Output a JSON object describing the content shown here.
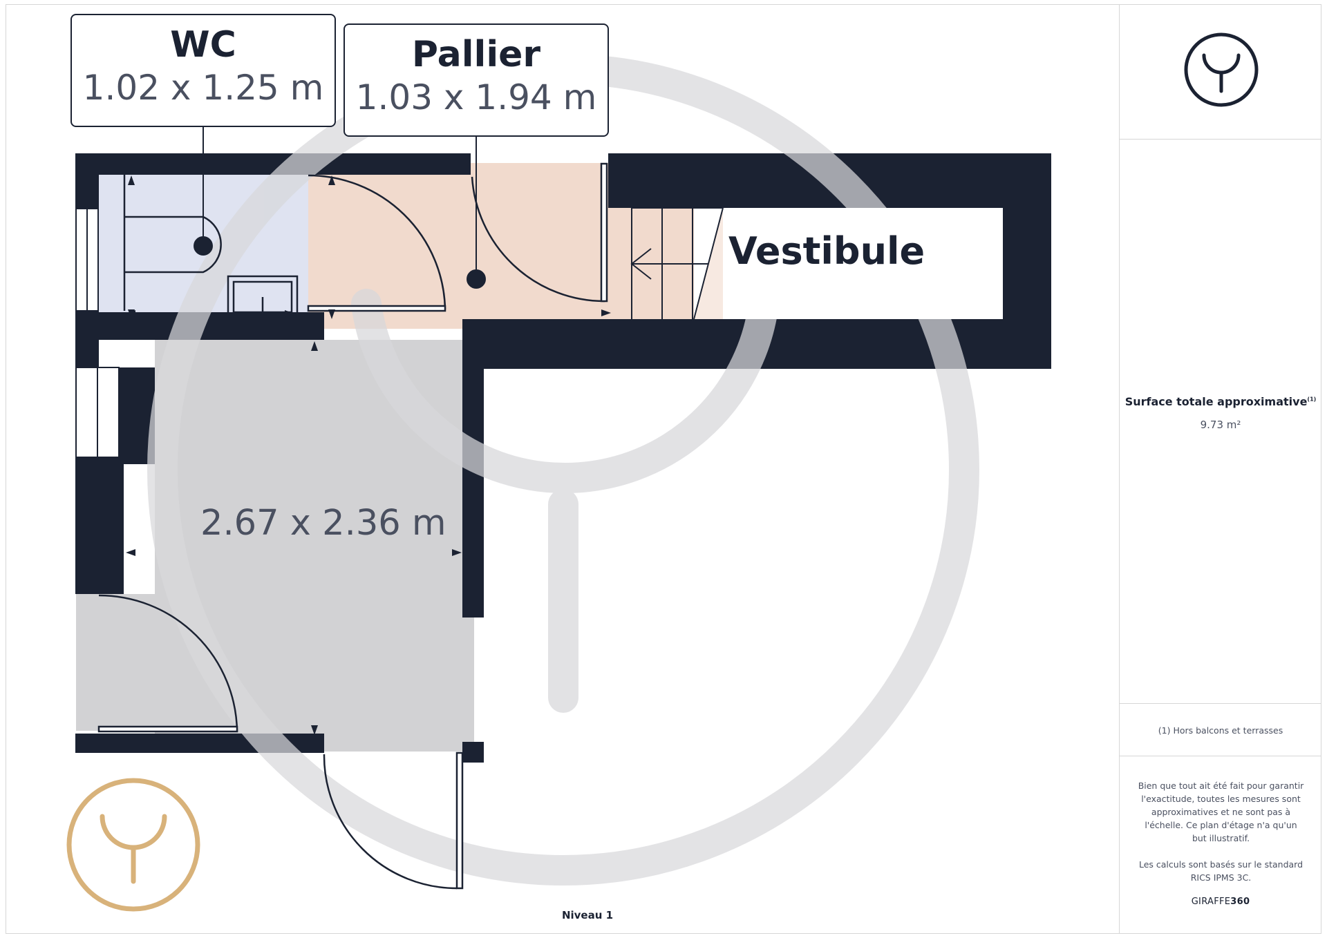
{
  "rooms": {
    "wc": {
      "name": "WC",
      "dimensions": "1.02 x 1.25 m"
    },
    "pallier": {
      "name": "Pallier",
      "dimensions": "1.03 x 1.94 m"
    },
    "vestibule": {
      "name": "Vestibule"
    },
    "main_room": {
      "dimensions": "2.67 x 2.36 m"
    }
  },
  "level": "Niveau 1",
  "sidebar": {
    "surface_title": "Surface totale approximative",
    "surface_title_note": "(1)",
    "surface_value": "9.73 m²",
    "footnote": "(1) Hors balcons et terrasses",
    "disclaimer_1": "Bien que tout ait été fait pour garantir l'exactitude, toutes les mesures sont approximatives et ne sont pas à l'échelle. Ce plan d'étage n'a qu'un but illustratif.",
    "disclaimer_2": "Les calculs sont basés sur le standard RICS IPMS 3C.",
    "brand_prefix": "GIRAFFE",
    "brand_suffix": "360"
  },
  "icons": {
    "header_logo": "giraffe360-logo-icon",
    "watermark": "giraffe360-watermark-icon",
    "gold_logo": "giraffe360-gold-logo-icon"
  },
  "colors": {
    "wall": "#1b2232",
    "wc_fill": "#dfe3f1",
    "pallier_fill": "#f1dacd",
    "main_fill": "#d2d2d4",
    "watermark": "#e6e6e8",
    "gold": "#d8b27a"
  }
}
